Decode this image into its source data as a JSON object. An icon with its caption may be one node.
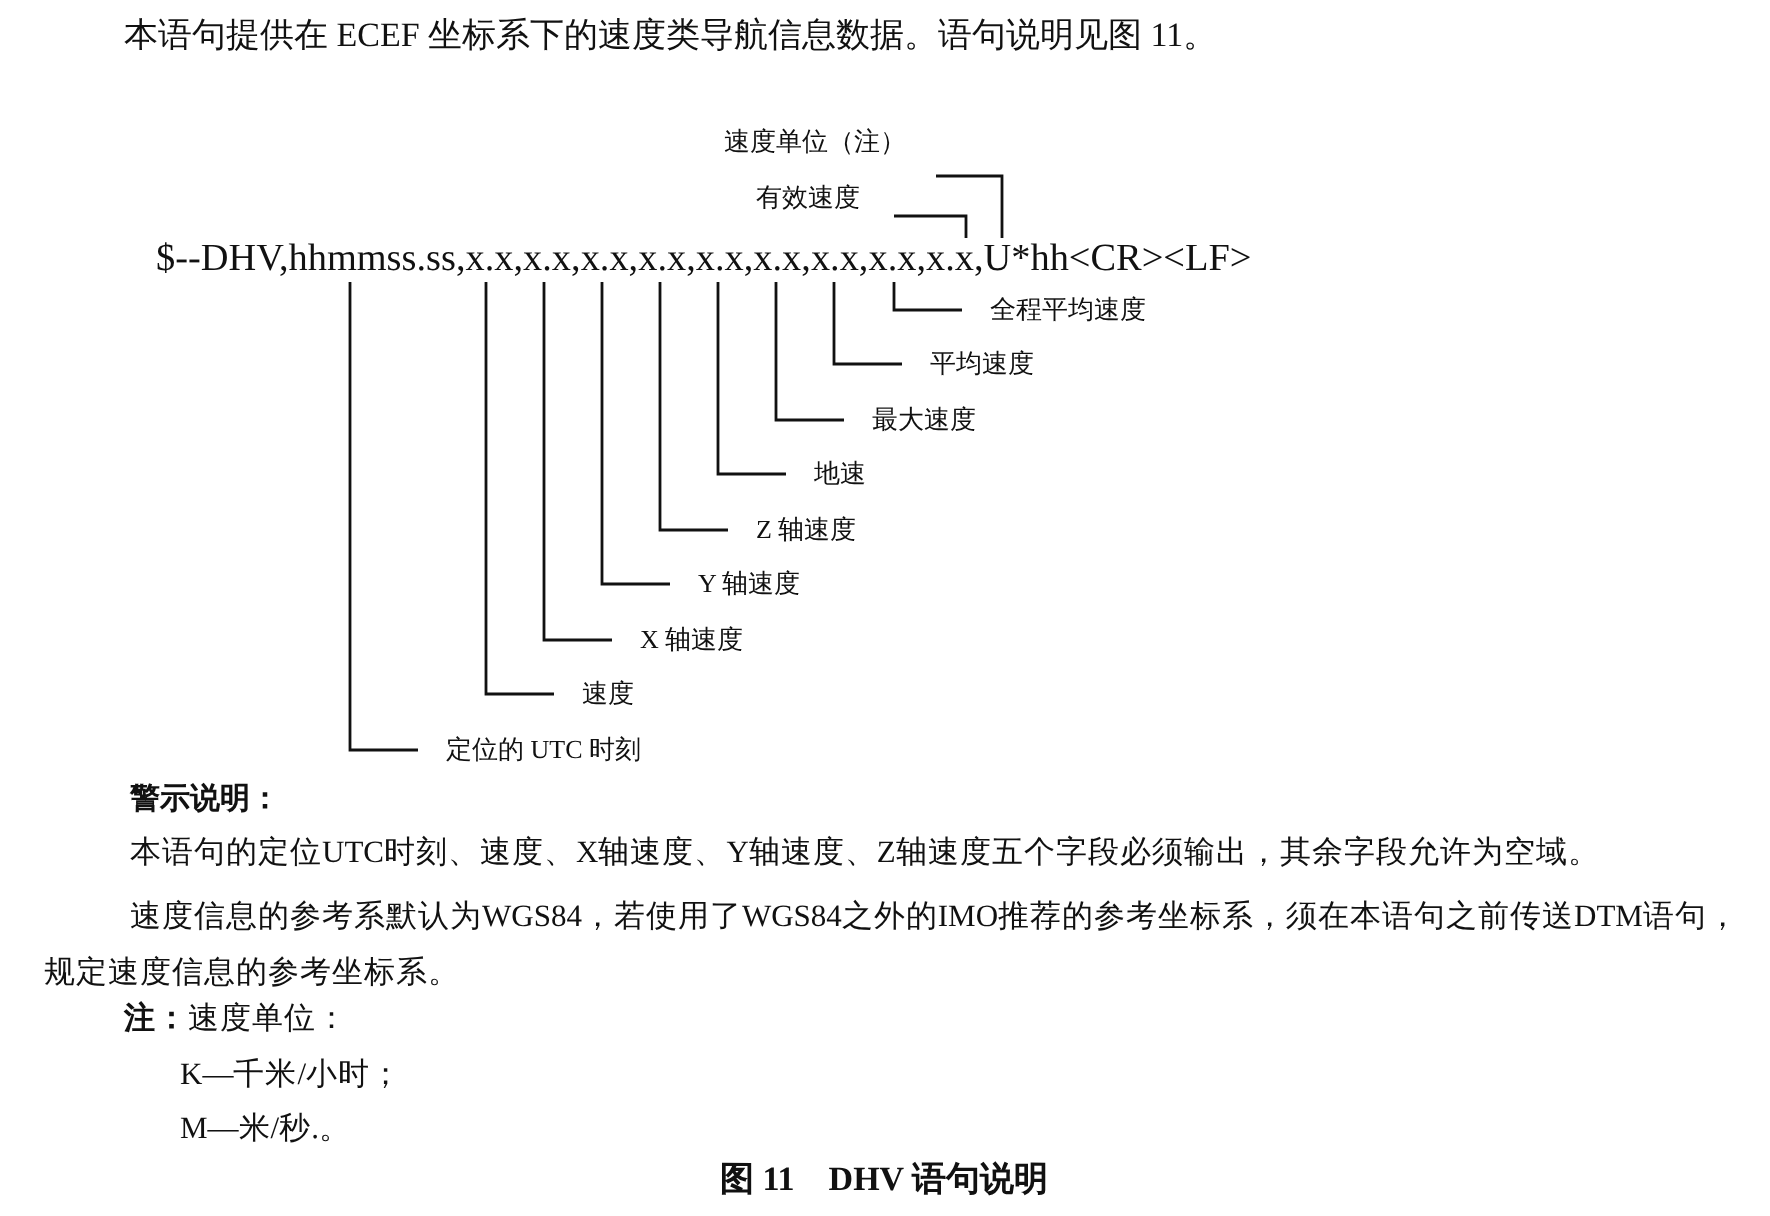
{
  "diagram": {
    "caption": "图 11　DHV 语句说明",
    "nodes": [
      {
        "text": [
          "速度单位（注）"
        ]
      },
      {
        "text": [
          "有效速度"
        ]
      },
      {
        "text": [
          "全程平均速度"
        ]
      },
      {
        "text": [
          "平均速度"
        ]
      },
      {
        "text": [
          "最大速度"
        ]
      },
      {
        "text": [
          "地速"
        ]
      },
      {
        "text": [
          "Z 轴速度"
        ]
      },
      {
        "text": [
          "Y 轴速度"
        ]
      },
      {
        "text": [
          "X 轴速度"
        ]
      },
      {
        "text": [
          "速度"
        ]
      },
      {
        "text": [
          "定位的 UTC 时刻"
        ]
      },
      {
        "text": [
          "$--DHV,hhmmss.ss,x.x,x.x,x.x,x.x,x.x,x.x,x.x,x.x,x.x,U*hh<CR><LF>"
        ]
      }
    ],
    "edges": [
      {
        "from": 0,
        "to": 11,
        "arrow": "none"
      },
      {
        "from": 1,
        "to": 11,
        "arrow": "none"
      },
      {
        "from": 2,
        "to": 11,
        "arrow": "none"
      },
      {
        "from": 3,
        "to": 11,
        "arrow": "none"
      },
      {
        "from": 4,
        "to": 11,
        "arrow": "none"
      },
      {
        "from": 5,
        "to": 11,
        "arrow": "none"
      },
      {
        "from": 6,
        "to": 11,
        "arrow": "none"
      },
      {
        "from": 7,
        "to": 11,
        "arrow": "none"
      },
      {
        "from": 8,
        "to": 11,
        "arrow": "none"
      },
      {
        "from": 9,
        "to": 11,
        "arrow": "none"
      },
      {
        "from": 10,
        "to": 11,
        "arrow": "none"
      }
    ],
    "labels": [
      "本语句提供在 ECEF 坐标系下的速度类导航信息数据。语句说明见图 11。",
      "警示说明：",
      "本语句的定位UTC时刻、速度、X轴速度、Y轴速度、Z轴速度五个字段必须输出，其余字段允许为空域。",
      "速度信息的参考系默认为WGS84，若使用了WGS84之外的IMO推荐的参考坐标系，须在本语句之前传送DTM语句，规定速度信息的参考坐标系。",
      "**注：**速度单位：",
      "K—千米/小时；",
      "M—米/秒.。"
    ]
  }
}
